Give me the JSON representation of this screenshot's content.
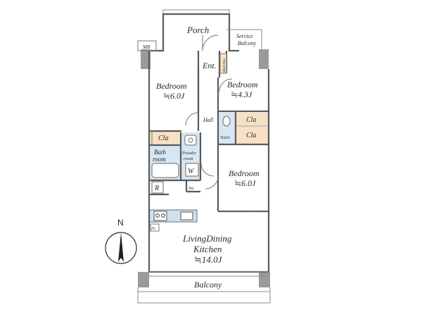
{
  "rooms": {
    "porch": "Porch",
    "service_balcony_1": "Service",
    "service_balcony_2": "Balcony",
    "mb": "MB",
    "entrance": "Ent.",
    "shoes_box": "shoes box",
    "bedroom_1": "Bedroom",
    "bedroom_1_size": "≒6.0J",
    "bedroom_2": "Bedroom",
    "bedroom_2_size": "≒4.3J",
    "hall": "Hall",
    "toilet": "Toilet",
    "closet_1": "Cla",
    "closet_2": "Cla",
    "closet_3": "Cla",
    "bathroom_1": "Bath",
    "bathroom_2": "room",
    "powder_room_1": "Powder",
    "powder_room_2": "room",
    "washer": "W",
    "refrigerator": "R",
    "storage": "Sto",
    "ps": "PS",
    "bedroom_3": "Bedroom",
    "bedroom_3_size": "≒6.0J",
    "ldk_1": "LivingDining",
    "ldk_2": "Kitchen",
    "ldk_size": "≒14.0J",
    "balcony": "Balcony",
    "north": "N"
  },
  "colors": {
    "wall": "#5a5a5a",
    "closet_fill": "#f8e0c4",
    "wet_area_fill": "#d6e6f2",
    "pillar": "#9a9a9a",
    "kitchen_counter": "#cfe1ee"
  }
}
